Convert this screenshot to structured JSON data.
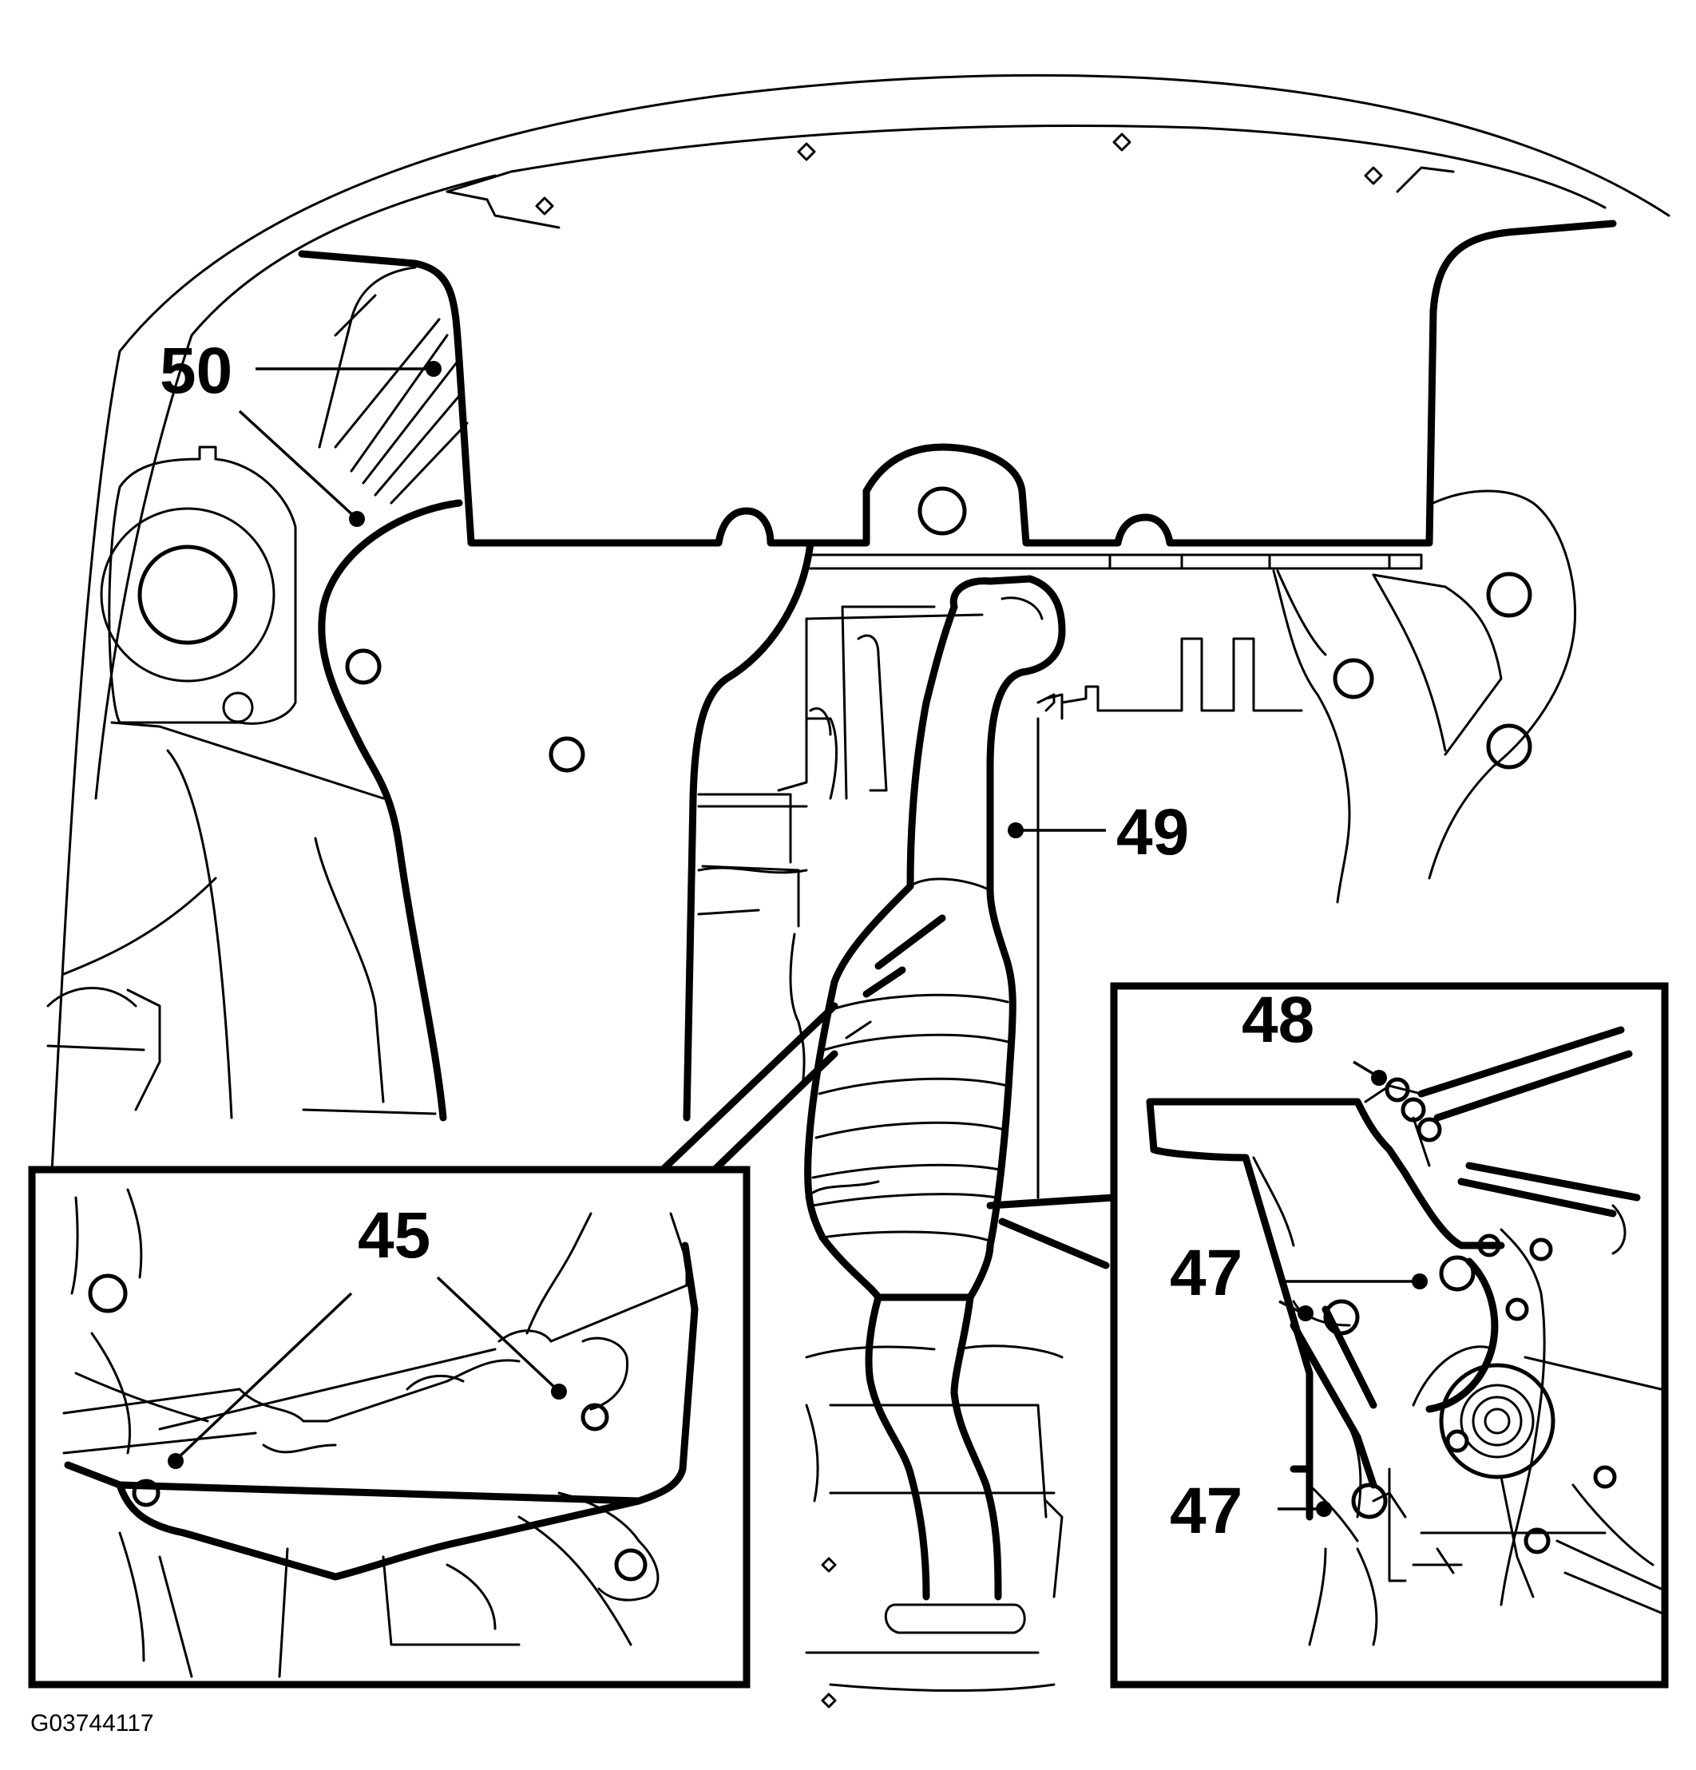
{
  "diagram": {
    "figure_id": "G03744117",
    "callouts": {
      "c50": "50",
      "c49": "49",
      "c48": "48",
      "c47a": "47",
      "c47b": "47",
      "c45": "45"
    },
    "icons": [
      "front-subframe",
      "catalytic-converter",
      "exhaust-pipe",
      "bolt",
      "detail-inset"
    ],
    "colors": {
      "line": "#000000",
      "background": "#ffffff"
    }
  }
}
